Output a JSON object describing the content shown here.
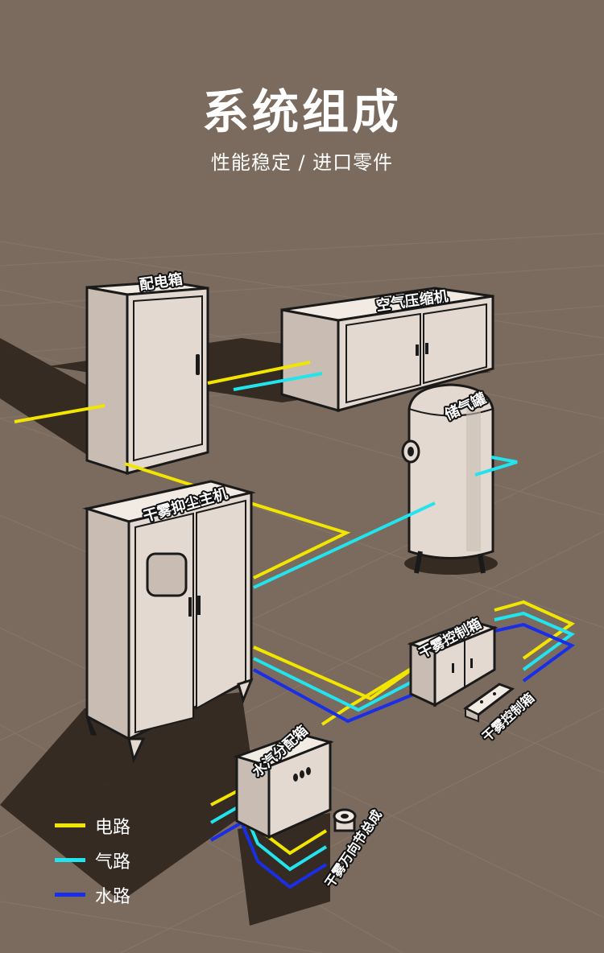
{
  "header": {
    "title": "系统组成",
    "subtitle": "性能稳定 / 进口零件"
  },
  "components": {
    "distribution_box": "配电箱",
    "air_compressor": "空气压缩机",
    "gas_tank": "储气罐",
    "main_unit": "干雾抑尘主机",
    "control_box": "干雾控制箱",
    "control_box_2": "干雾控制箱",
    "water_gas_box": "水汽分配箱",
    "nozzle": "干雾万向节总成"
  },
  "legend": [
    {
      "label": "电路",
      "color": "#f2e600"
    },
    {
      "label": "气路",
      "color": "#22e4ee"
    },
    {
      "label": "水路",
      "color": "#1a2ee8"
    }
  ],
  "colors": {
    "background": "#7a6b5e",
    "equipment": "#e3d9d0",
    "electric": "#f2e600",
    "air": "#22e4ee",
    "water": "#1a2ee8"
  }
}
